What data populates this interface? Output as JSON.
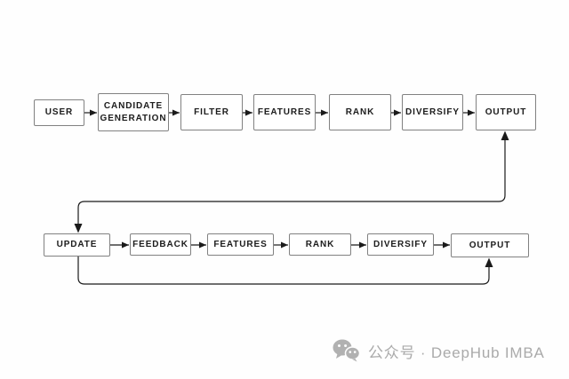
{
  "diagram": {
    "title": "recommendation pipeline flowchart",
    "top_row": {
      "nodes": [
        "USER",
        "CANDIDATE GENERATION",
        "FILTER",
        "FEATURES",
        "RANK",
        "DIVERSIFY",
        "OUTPUT"
      ]
    },
    "bottom_row": {
      "nodes": [
        "UPDATE",
        "FEEDBACK",
        "FEATURES",
        "RANK",
        "DIVERSIFY",
        "OUTPUT"
      ]
    },
    "edges": [
      {
        "from": "USER",
        "to": "CANDIDATE GENERATION",
        "style": "arrow-right"
      },
      {
        "from": "CANDIDATE GENERATION",
        "to": "FILTER",
        "style": "arrow-right"
      },
      {
        "from": "FILTER",
        "to": "FEATURES",
        "style": "arrow-right"
      },
      {
        "from": "FEATURES",
        "to": "RANK",
        "style": "arrow-right"
      },
      {
        "from": "RANK",
        "to": "DIVERSIFY",
        "style": "arrow-right"
      },
      {
        "from": "DIVERSIFY",
        "to": "OUTPUT",
        "style": "arrow-right"
      },
      {
        "from": "UPDATE",
        "to": "FEEDBACK",
        "style": "arrow-right"
      },
      {
        "from": "FEEDBACK",
        "to": "FEATURES (bottom)",
        "style": "arrow-right"
      },
      {
        "from": "FEATURES (bottom)",
        "to": "RANK (bottom)",
        "style": "arrow-right"
      },
      {
        "from": "RANK (bottom)",
        "to": "DIVERSIFY (bottom)",
        "style": "arrow-right"
      },
      {
        "from": "DIVERSIFY (bottom)",
        "to": "OUTPUT (bottom)",
        "style": "arrow-right"
      },
      {
        "from": "OUTPUT (top)",
        "to": "UPDATE",
        "style": "double-headed elbow loop"
      },
      {
        "from": "UPDATE",
        "to": "OUTPUT (bottom)",
        "style": "elbow loop, arrow into bottom of OUTPUT"
      }
    ]
  },
  "watermark": {
    "icon": "wechat-icon",
    "text": "公众号 · DeepHub IMBA"
  },
  "colors": {
    "background": "#fefefe",
    "box_fill": "#ffffff",
    "box_border": "#818181",
    "box_text": "#1c1c1c",
    "line": "#1a1a1a",
    "watermark": "#aaaaaa"
  }
}
